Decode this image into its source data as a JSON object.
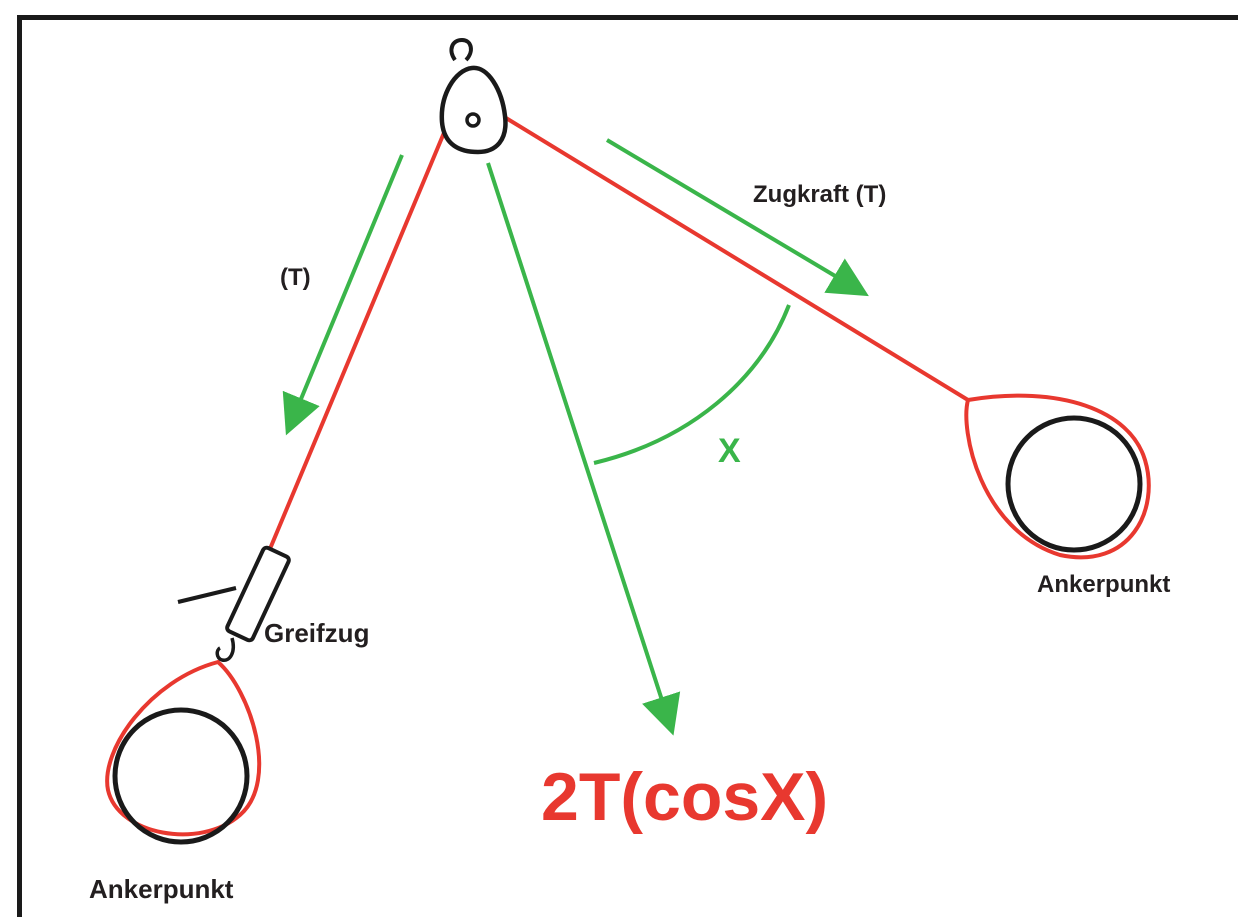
{
  "labels": {
    "tension_right": "Zugkraft (T)",
    "tension_left": "(T)",
    "angle": "X",
    "winch": "Greifzug",
    "anchor_right": "Ankerpunkt",
    "anchor_left": "Ankerpunkt",
    "formula": "2T(cosX)"
  },
  "colors": {
    "rope": "#e8382f",
    "force": "#3ab54a",
    "outline": "#1a1a1a",
    "formula": "#e8382f",
    "text": "#231f20"
  }
}
